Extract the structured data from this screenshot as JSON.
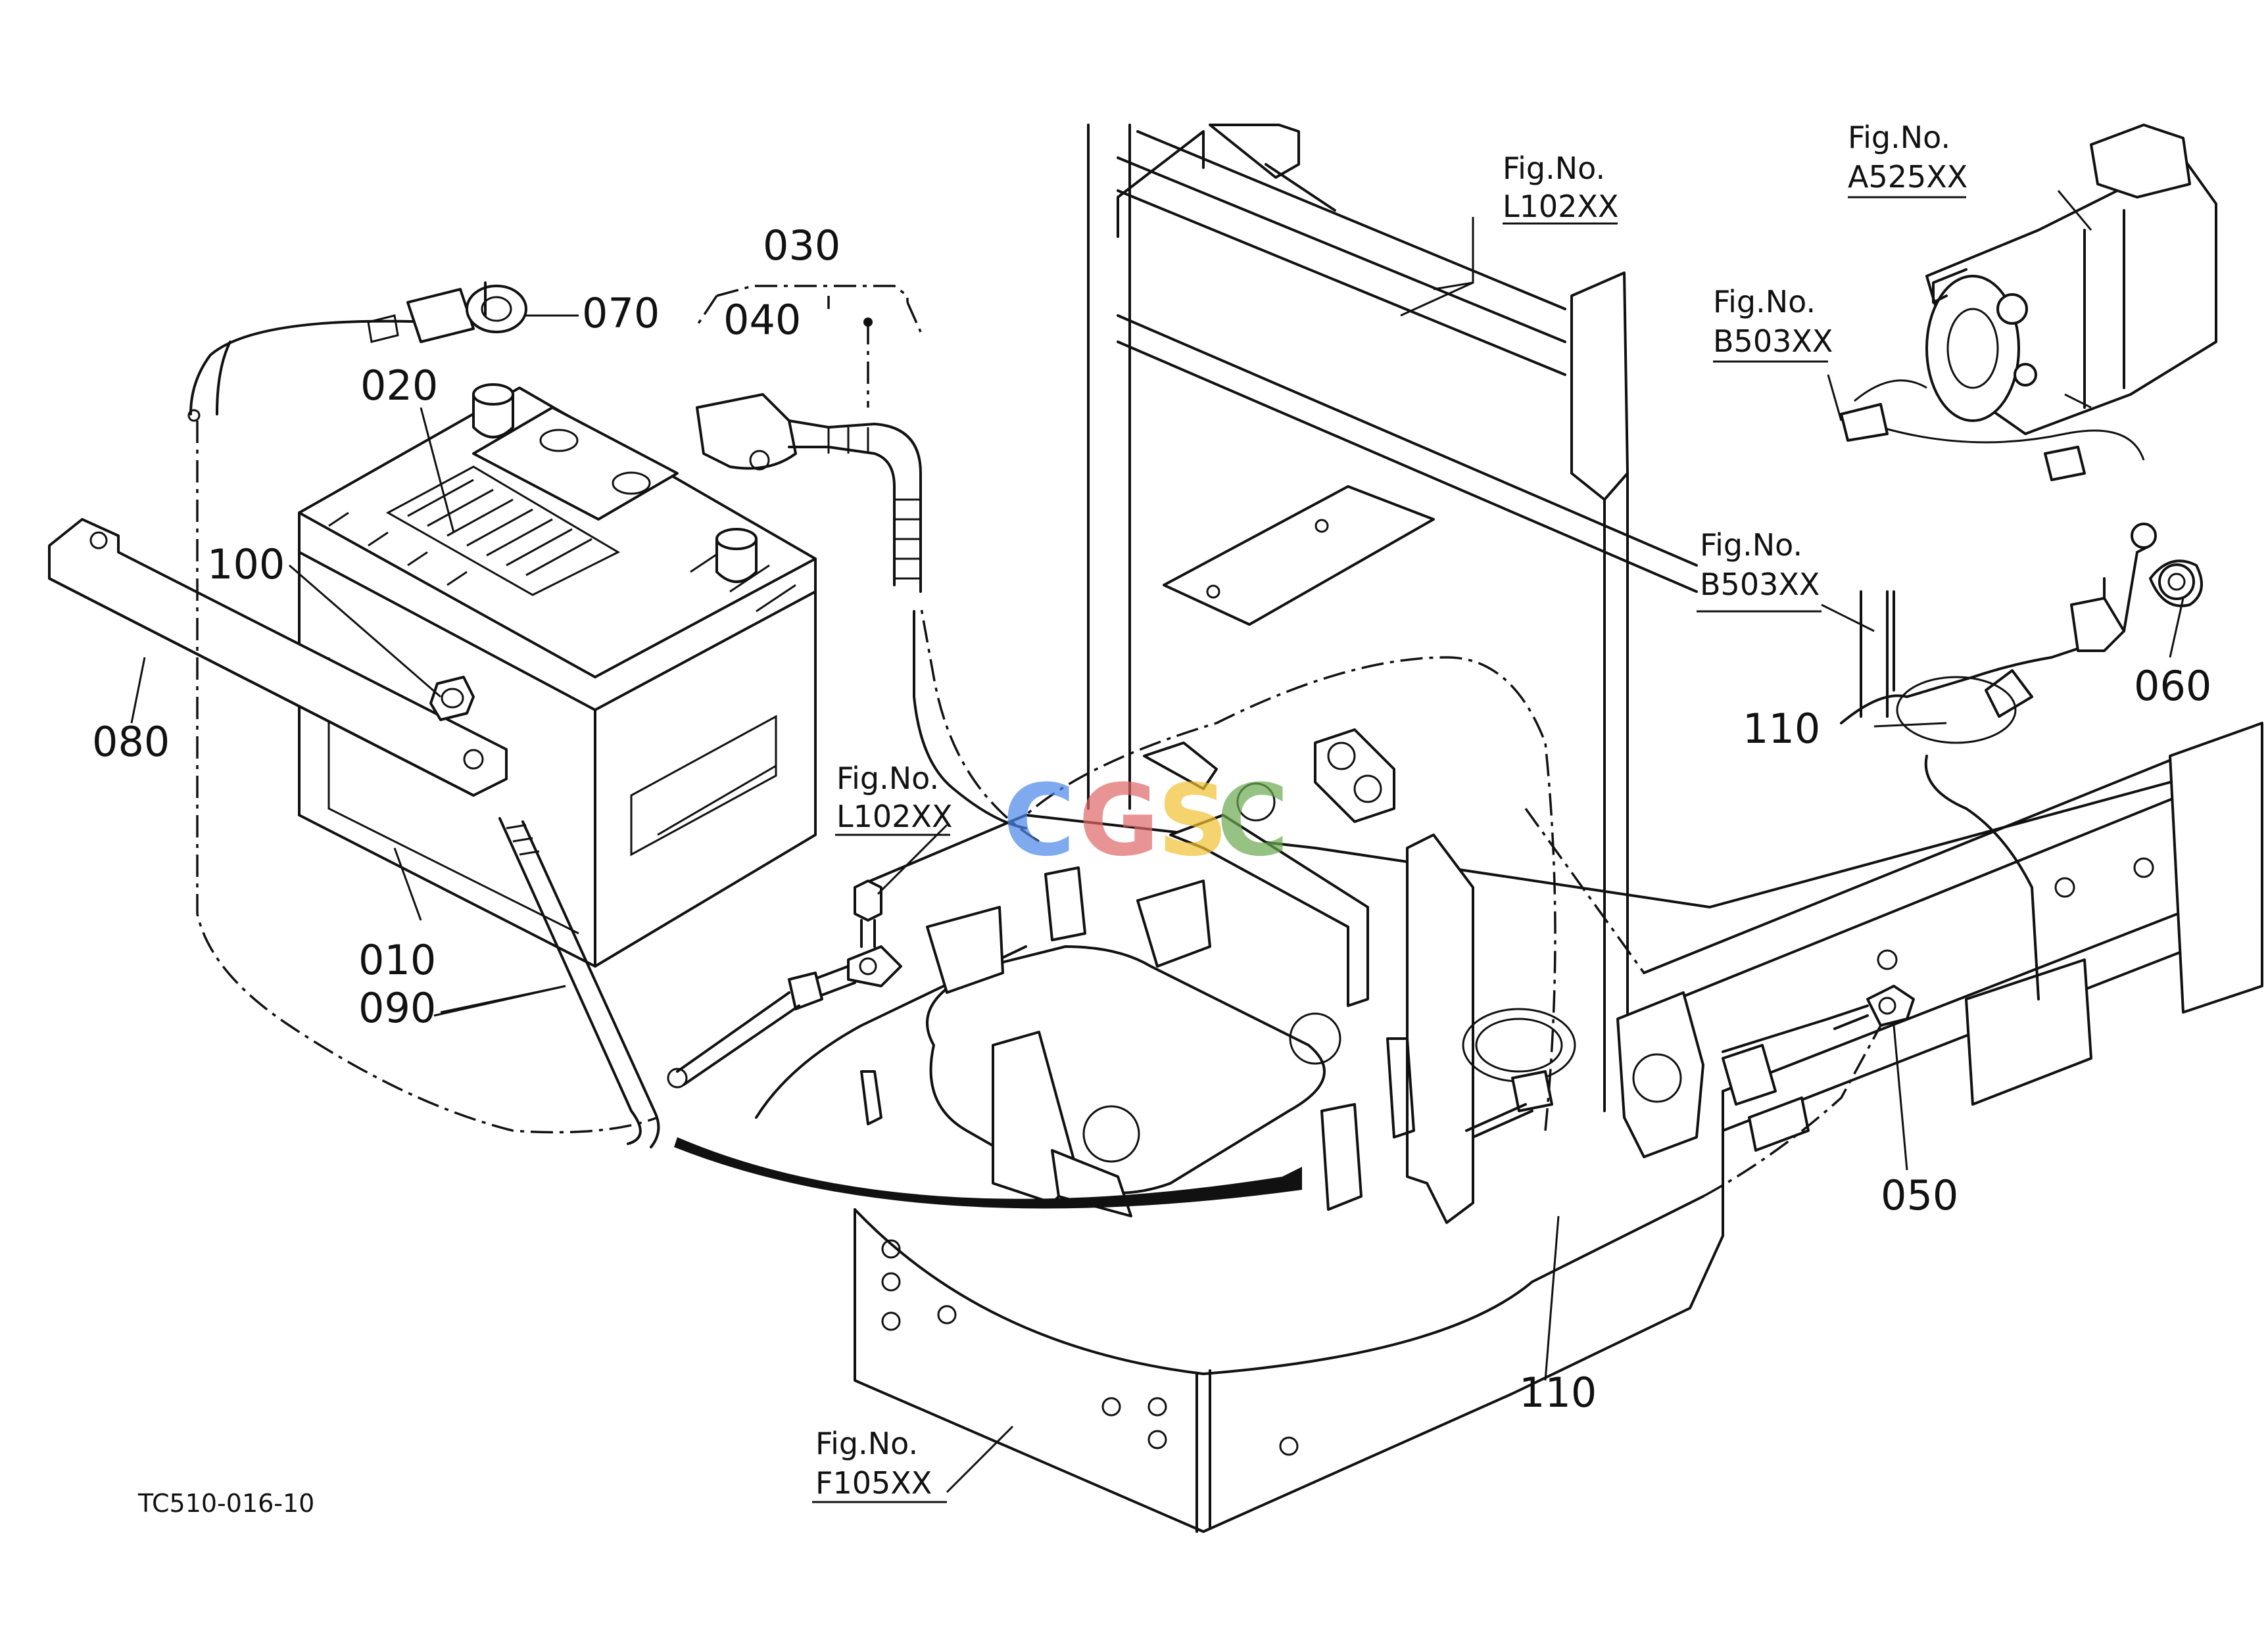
{
  "drawing_code": "TC510-016-10",
  "watermark": {
    "letters": [
      "C",
      "G",
      "S",
      "C"
    ],
    "colors": [
      "#4A86E8",
      "#E06666",
      "#F1C232",
      "#6AA84F"
    ]
  },
  "part_labels": {
    "p010": "010",
    "p020": "020",
    "p030": "030",
    "p040": "040",
    "p050": "050",
    "p060": "060",
    "p070": "070",
    "p080": "080",
    "p090": "090",
    "p100": "100",
    "p110a": "110",
    "p110b": "110"
  },
  "figure_refs": {
    "l102_top": {
      "heading": "Fig.No.",
      "code": "L102XX"
    },
    "l102_mid": {
      "heading": "Fig.No.",
      "code": "L102XX"
    },
    "a525": {
      "heading": "Fig.No.",
      "code": "A525XX"
    },
    "b503_top": {
      "heading": "Fig.No.",
      "code": "B503XX"
    },
    "b503_mid": {
      "heading": "Fig.No.",
      "code": "B503XX"
    },
    "f105": {
      "heading": "Fig.No.",
      "code": "F105XX"
    }
  }
}
